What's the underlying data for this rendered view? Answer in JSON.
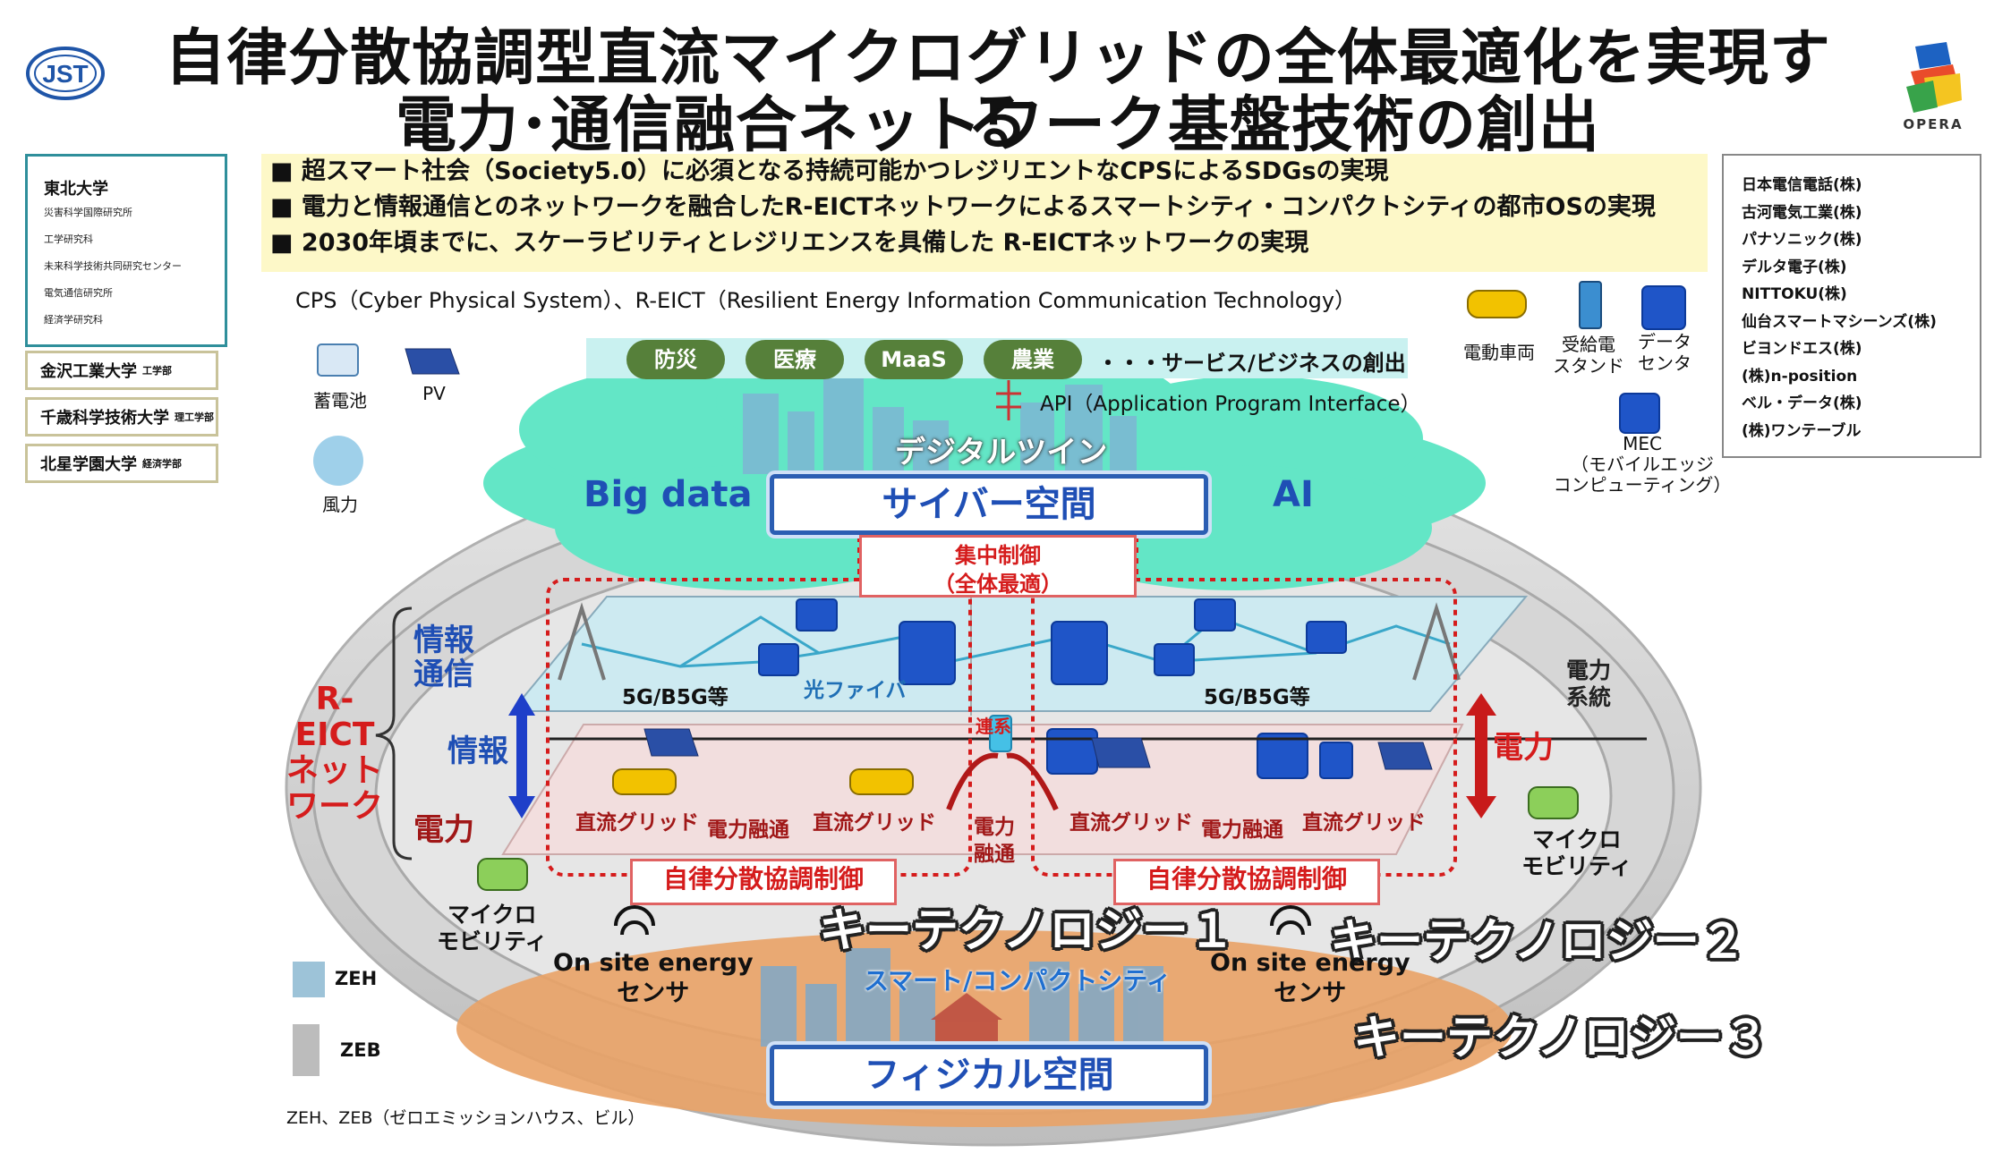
{
  "title": {
    "line1": "自律分散協調型直流マイクログリッドの全体最適化を実現する",
    "line2": "電力･通信融合ネットワーク基盤技術の創出"
  },
  "logos": {
    "jst": "JST",
    "opera": "OPERA"
  },
  "universities": {
    "main": {
      "name": "東北大学",
      "departments": [
        "災害科学国際研究所",
        "工学研究科",
        "未来科学技術共同研究センター",
        "電気通信研究所",
        "経済学研究科"
      ]
    },
    "others": [
      {
        "name": "金沢工業大学",
        "dept": "工学部"
      },
      {
        "name": "千歳科学技術大学",
        "dept": "理工学部"
      },
      {
        "name": "北星学園大学",
        "dept": "経済学部"
      }
    ]
  },
  "companies": [
    "日本電信電話(株)",
    "古河電気工業(株)",
    "パナソニック(株)",
    "デルタ電子(株)",
    "NITTOKU(株)",
    "仙台スマートマシーンズ(株)",
    "ビヨンドエス(株)",
    "(株)n-position",
    "ベル・データ(株)",
    "(株)ワンテーブル"
  ],
  "goals": [
    "■ 超スマート社会（Society5.0）に必須となる持続可能かつレジリエントなCPSによるSDGsの実現",
    "■ 電力と情報通信とのネットワークを融合したR-EICTネットワークによるスマートシティ・コンパクトシティの都市OSの実現",
    "■ 2030年頃までに、スケーラビリティとレジリエンスを具備した R-EICTネットワークの実現"
  ],
  "cps_note": "CPS（Cyber Physical System）、R-EICT（Resilient Energy Information Communication Technology）",
  "services": {
    "items": [
      "防災",
      "医療",
      "MaaS",
      "農業"
    ],
    "ellipsis": "・・・",
    "label": "サービス/ビジネスの創出"
  },
  "api_label": "API（Application Program Interface）",
  "cyber": {
    "digital_twin": "デジタルツイン",
    "big_data": "Big data",
    "ai": "AI",
    "space": "サイバー空間"
  },
  "central": {
    "line1": "集中制御",
    "line2": "（全体最適）"
  },
  "left_icons": {
    "battery": "蓄電池",
    "pv": "PV",
    "wind": "風力"
  },
  "right_icons": {
    "ev": "電動車両",
    "station_1": "受給電",
    "station_2": "スタンド",
    "dc_1": "データ",
    "dc_2": "センタ",
    "mec": "MEC",
    "mec_sub_1": "（モバイルエッジ",
    "mec_sub_2": "コンピューティング）"
  },
  "network": {
    "reict_1": "R-EICT",
    "reict_2": "ネット",
    "reict_3": "ワーク",
    "info_comm_1": "情報",
    "info_comm_2": "通信",
    "info": "情報",
    "power": "電力",
    "g5_left": "5G/B5G等",
    "g5_right": "5G/B5G等",
    "fiber": "光ファイバ",
    "link": "連系",
    "power_system_1": "電力",
    "power_system_2": "系統",
    "power_right": "電力",
    "dc_grid": "直流グリッド",
    "power_exchange": "電力融通",
    "power_center_1": "電力",
    "power_center_2": "融通",
    "autonomous": "自律分散協調制御"
  },
  "micro_mobility": {
    "line1": "マイクロ",
    "line2": "モビリティ"
  },
  "key_tech": [
    "キーテクノロジー１",
    "キーテクノロジー２",
    "キーテクノロジー３"
  ],
  "sensor": {
    "line1": "On site energy",
    "line2": "センサ"
  },
  "physical": {
    "smart_city": "スマート/コンパクトシティ",
    "space": "フィジカル空間"
  },
  "zeh": {
    "zeh": "ZEH",
    "zeb": "ZEB",
    "note": "ZEH、ZEB（ゼロエミッションハウス、ビル）"
  },
  "colors": {
    "teal_border": "#2f8f9b",
    "goal_bg": "#fdf8c8",
    "pill_green": "#56803a",
    "cyan_cloud": "#63e6c6",
    "blue": "#1f4fb5",
    "red": "#d51c1c",
    "orange": "#e9a266",
    "gray_ring": "#cfcfcf"
  }
}
